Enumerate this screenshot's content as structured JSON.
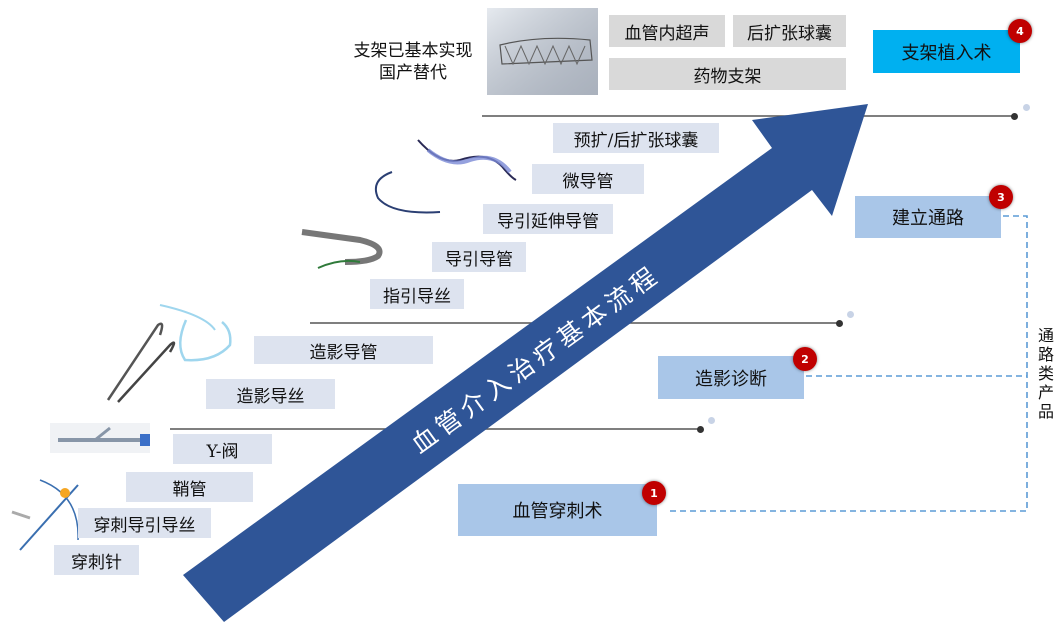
{
  "arrow_label": "血管介入治疗基本流程",
  "stent_note": "支架已基本实现\n国产替代",
  "products": {
    "puncture_needle": "穿刺针",
    "puncture_guidewire": "穿刺导引导丝",
    "sheath": "鞘管",
    "y_valve": "Y-阀",
    "angio_guidewire": "造影导丝",
    "angio_catheter": "造影导管",
    "guide_wire": "指引导丝",
    "guide_catheter": "导引导管",
    "guide_extension": "导引延伸导管",
    "microcatheter": "微导管",
    "pre_post_balloon": "预扩/后扩张球囊",
    "ivus": "血管内超声",
    "post_balloon": "后扩张球囊",
    "drug_stent": "药物支架"
  },
  "steps": [
    {
      "number": "1",
      "label": "血管穿刺术"
    },
    {
      "number": "2",
      "label": "造影诊断"
    },
    {
      "number": "3",
      "label": "建立通路"
    },
    {
      "number": "4",
      "label": "支架植入术"
    }
  ],
  "access_products_label": "通路类产品",
  "colors": {
    "arrow": "#2f5597",
    "product_box": "#dde3ef",
    "stent_box": "#d9d9d9",
    "step_box": "#a9c6e8",
    "step_active": "#00b0f0",
    "badge": "#c00000",
    "dashed_connector": "#5b9bd5"
  }
}
